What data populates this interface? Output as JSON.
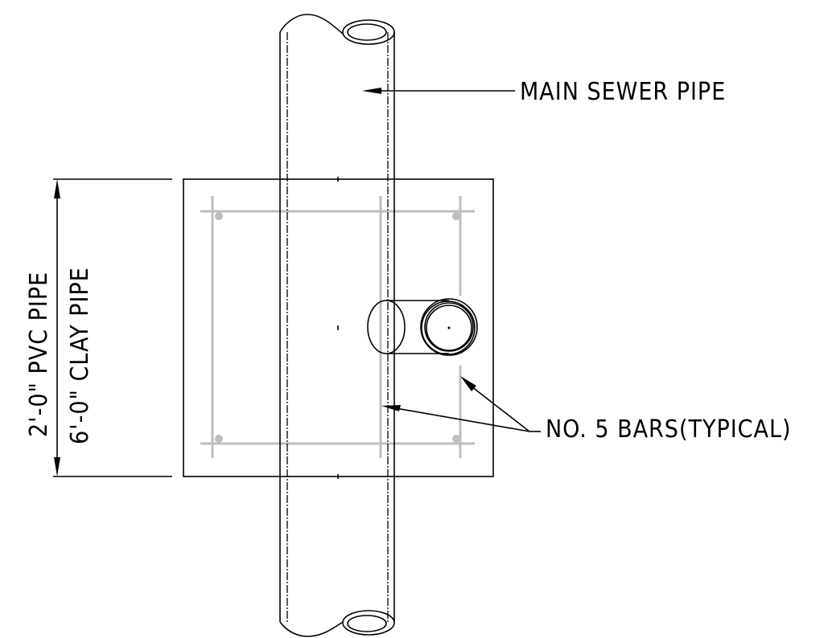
{
  "labels": {
    "main_sewer_pipe": "MAIN SEWER PIPE",
    "bars": "NO. 5 BARS(TYPICAL)",
    "pvc_pipe": "2'-0\" PVC PIPE",
    "clay_pipe": "6'-0\" CLAY PIPE"
  },
  "colors": {
    "line": "#000000",
    "rebar": "#bdbdbd",
    "background": "#ffffff"
  }
}
